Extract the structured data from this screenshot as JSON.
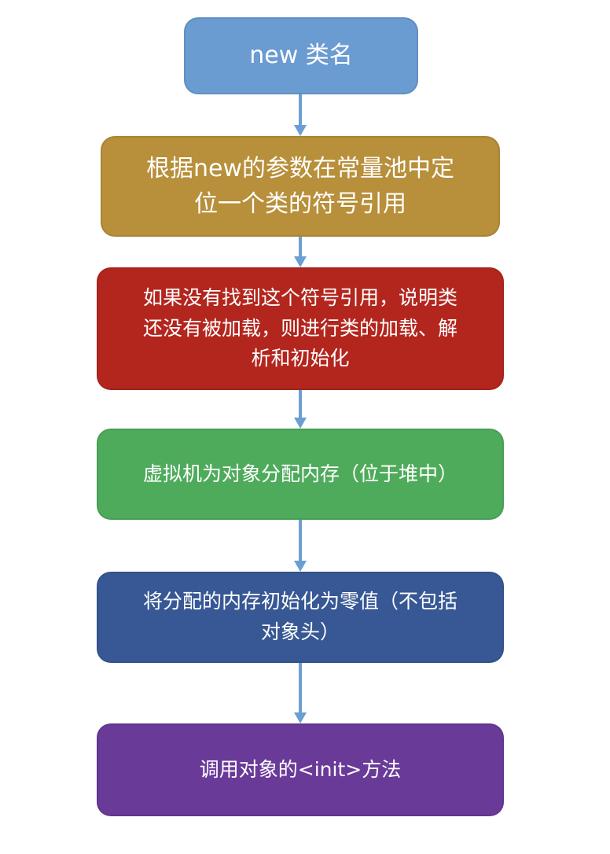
{
  "diagram": {
    "nodes": [
      {
        "id": "n1",
        "text": "new  类名",
        "color": "#6a9bd1"
      },
      {
        "id": "n2",
        "text": "根据new的参数在常量池中定\n位一个类的符号引用",
        "color": "#b88f3a"
      },
      {
        "id": "n3",
        "text": "如果没有找到这个符号引用，说明类\n还没有被加载，则进行类的加载、解\n析和初始化",
        "color": "#b3261e"
      },
      {
        "id": "n4",
        "text": "虚拟机为对象分配内存（位于堆中）",
        "color": "#4fab5c"
      },
      {
        "id": "n5",
        "text": "将分配的内存初始化为零值（不包括\n对象头）",
        "color": "#375894"
      },
      {
        "id": "n6",
        "text": "调用对象的<init>方法",
        "color": "#6a3a99"
      }
    ],
    "edges": [
      {
        "from": "n1",
        "to": "n2"
      },
      {
        "from": "n2",
        "to": "n3"
      },
      {
        "from": "n3",
        "to": "n4"
      },
      {
        "from": "n4",
        "to": "n5"
      },
      {
        "from": "n5",
        "to": "n6"
      }
    ],
    "arrow_color": "#6b9fd4"
  }
}
